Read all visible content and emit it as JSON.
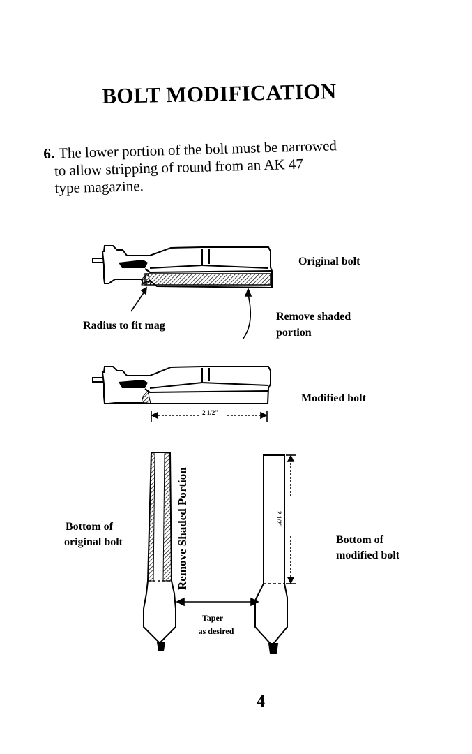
{
  "title": "BOLT MODIFICATION",
  "step": {
    "number": "6.",
    "lines": [
      "The lower portion of the bolt must be narrowed",
      "to allow stripping of round from an AK 47",
      "type magazine."
    ]
  },
  "labels": {
    "original_bolt": "Original bolt",
    "radius": "Radius to fit mag",
    "remove_shaded_1": "Remove shaded",
    "remove_shaded_2": "portion",
    "modified_bolt": "Modified bolt",
    "dim_length": "2 1/2\"",
    "bottom_original_1": "Bottom of",
    "bottom_original_2": "original bolt",
    "remove_shaded_vertical": "Remove Shaded Portion",
    "dim_vertical": "2 1/2\"",
    "bottom_modified_1": "Bottom of",
    "bottom_modified_2": "modified bolt",
    "taper_1": "Taper",
    "taper_2": "as desired"
  },
  "page_number": "4"
}
